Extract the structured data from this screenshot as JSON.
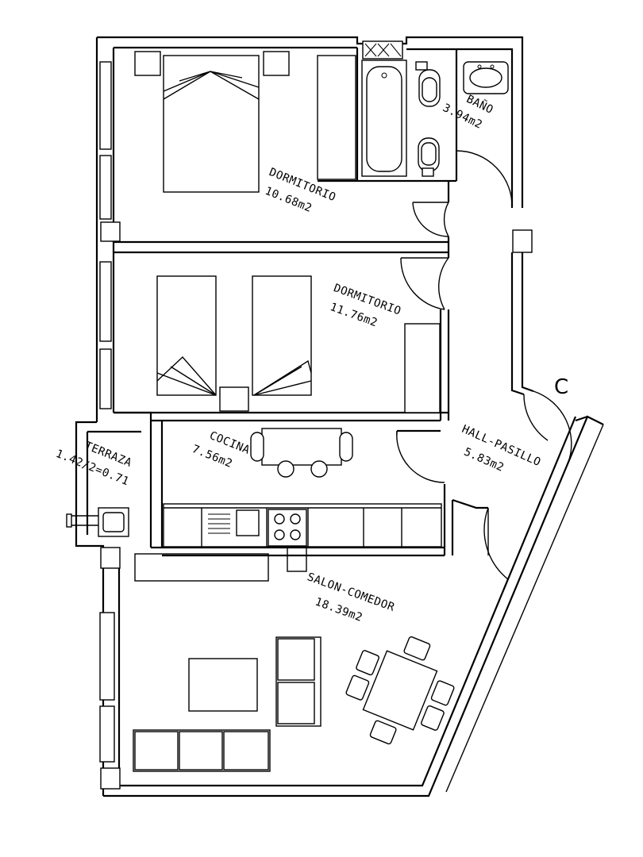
{
  "rooms": {
    "bano": {
      "name": "BAÑO",
      "area": "3.94m2"
    },
    "dormitorio1": {
      "name": "DORMITORIO",
      "area": "10.68m2"
    },
    "dormitorio2": {
      "name": "DORMITORIO",
      "area": "11.76m2"
    },
    "terraza": {
      "name": "TERRAZA",
      "area": "1.42/2=0.71"
    },
    "cocina": {
      "name": "COCINA",
      "area": "7.56m2"
    },
    "hall": {
      "name": "HALL-PASILLO",
      "area": "5.83m2"
    },
    "salon": {
      "name": "SALON-COMEDOR",
      "area": "18.39m2"
    }
  },
  "marker": {
    "label": "C"
  }
}
